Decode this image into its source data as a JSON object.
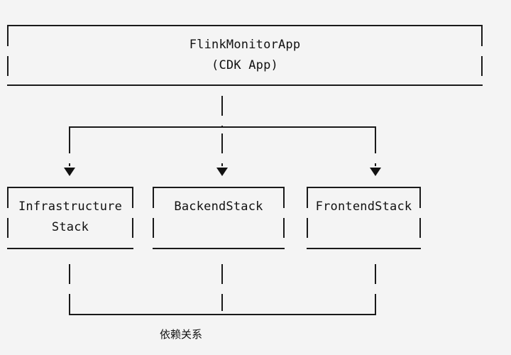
{
  "diagram": {
    "title": "FlinkMonitorApp CDK stack structure",
    "background_color": "#f4f4f4",
    "line_color": "#1a1a1a",
    "text_color": "#111111",
    "root": {
      "line1": "FlinkMonitorApp",
      "line2": "(CDK App)"
    },
    "stacks": [
      {
        "line1": "Infrastructure",
        "line2": "Stack"
      },
      {
        "line1": "BackendStack",
        "line2": ""
      },
      {
        "line1": "FrontendStack",
        "line2": ""
      }
    ],
    "dependency_label": "依赖关系"
  }
}
